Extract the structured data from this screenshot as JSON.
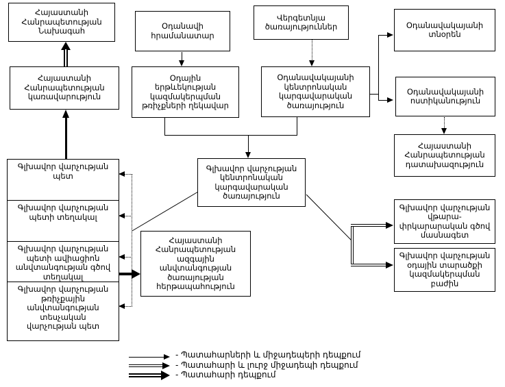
{
  "diagram": {
    "boxes": {
      "president": "Հայաստանի\nՀանրապետության\nՆախագահ",
      "government": "Հայաստանի\nՀանրապետության\nկառավարություն",
      "aircraft_commander": "Օդանավի\nհրամանատար",
      "atc_flight_director": "Օդային\nերթևեկության\nկազմակերպման\nթռիչքների ղեկավար",
      "ground_services": "Վերգետնյա\nծառայություններ",
      "airport_central_dispatch": "Օդանավակայանի\nկենտրոնական\nկարգավարական\nծառայություն",
      "airport_director": "Օդանավակայանի\nտնօրեն",
      "airport_police": "Օդանավակայանի\nոստիկանություն",
      "prosecutor": "Հայաստանի\nՀանրապետության\nդատախազություն",
      "gd_central_dispatch": "Գլխավոր վարչության\nկենտրոնական\nկարգավարական\nծառայություն",
      "gd_head": "Գլխավոր վարչության\nպետ",
      "gd_deputy_head": "Գլխավոր վարչության\nպետի տեղակալ",
      "gd_aviation_security_deputy": "Գլխավոր վարչության\nպետի ավիացիոն\nանվտանգության գծով\nտեղակալ",
      "gd_flight_safety_inspection_head": "Գլխավոր վարչության\nթռիչքային\nանվտանգության\nտեսչական\nվարչության պետ",
      "nss_duty": "Հայաստանի\nՀանրապետության\nազգային\nանվտանգության\nծառայության\nհերթապահություն",
      "gd_rescue_specialist": "Գլխավոր վարչության\nվթարա-\nփրկարարական գծով\nմասնագետ",
      "gd_airspace_department": "Գլխավոր վարչության\nօդային տարածքի\nկազմակերպման\nբաժին"
    },
    "legend": {
      "items": [
        {
          "label": "- Պատահարների և միջադեպերի դեպքում",
          "style": "thin"
        },
        {
          "label": "- Պատահարի և լուրջ միջադեպի դեպքում",
          "style": "medium"
        },
        {
          "label": "- Պատահարի դեպքում",
          "style": "thick"
        }
      ]
    },
    "colors": {
      "line": "#000000",
      "box_background": "#ffffff",
      "page_background": "#ffffff"
    }
  }
}
